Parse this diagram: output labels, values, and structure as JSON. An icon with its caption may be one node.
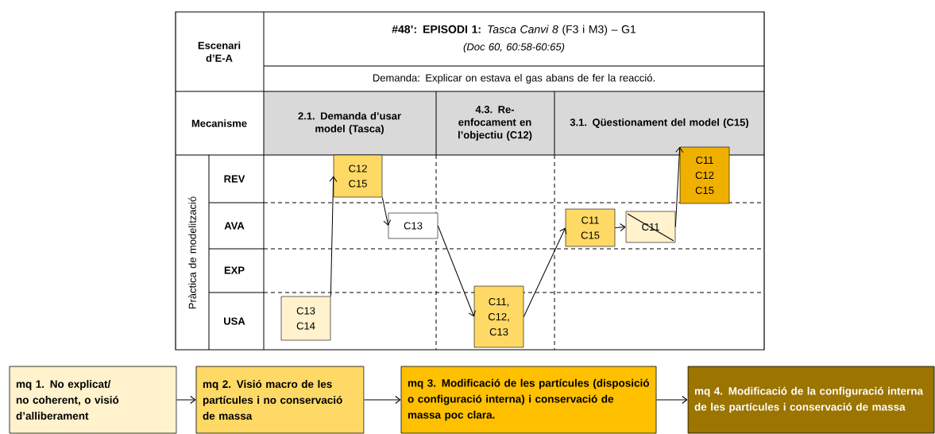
{
  "diagram": {
    "title": "**#48’: EPISODI 1:** *Tasca Canvi 8* (F3 i M3) – G1",
    "nodes": [
      {
        "text": [
          "C13 C14"
        ]
      },
      {
        "text": [
          "C12 C15"
        ]
      },
      {
        "text": [
          "C13"
        ]
      },
      {
        "text": [
          "C11, C12, C13"
        ]
      },
      {
        "text": [
          "C11 C15"
        ]
      },
      {
        "text": [
          "C11"
        ]
      },
      {
        "text": [
          "C11 C12 C15"
        ]
      },
      {
        "text": [
          "mq 1. No explicat/ no coherent, o visió d’alliberament"
        ]
      },
      {
        "text": [
          "mq 2. Visió macro de les partícules i no conservació de massa"
        ]
      },
      {
        "text": [
          "mq 3. Modificació de les partícules (disposició o configuració interna) i conservació de massa poc clara."
        ]
      },
      {
        "text": [
          "mq 4. Modificació de la configuració interna de les partícules i conservació de massa"
        ]
      }
    ],
    "edges": [
      {
        "from": 0,
        "to": 1,
        "arrow": "to"
      },
      {
        "from": 1,
        "to": 2,
        "arrow": "to"
      },
      {
        "from": 2,
        "to": 3,
        "arrow": "to"
      },
      {
        "from": 3,
        "to": 4,
        "arrow": "to"
      },
      {
        "from": 4,
        "to": 5,
        "arrow": "to"
      },
      {
        "from": 5,
        "to": 6,
        "arrow": "to"
      },
      {
        "from": 7,
        "to": 8,
        "arrow": "to"
      },
      {
        "from": 8,
        "to": 9,
        "arrow": "to"
      },
      {
        "from": 9,
        "to": 10,
        "arrow": "to"
      }
    ],
    "labels": [
      "Escenari d’E-A",
      "(Doc 60, 60:58-60:65)",
      "Demanda: Explicar on estava el gas abans de fer la reacció.",
      "Mecanisme",
      "2.1. Demanda d’usar model (Tasca)",
      "4.3. Re-enfocament en l’objectiu (C12)",
      "3.1. Qüestionament del model (C15)",
      "Pràctica de modelització",
      "REV",
      "AVA",
      "EXP",
      "USA"
    ]
  }
}
